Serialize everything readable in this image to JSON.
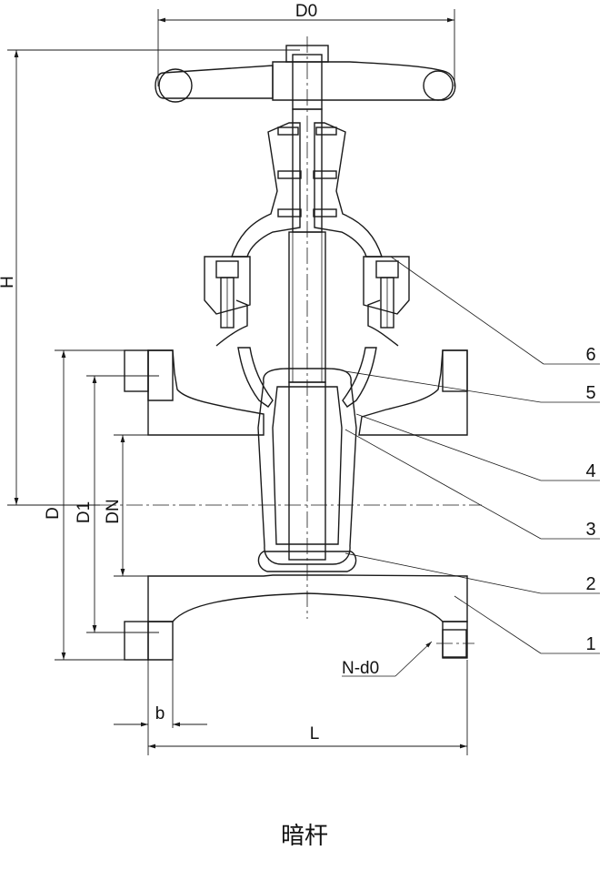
{
  "dimensions": {
    "d0": "D0",
    "h": "H",
    "d": "D",
    "d1": "D1",
    "dn": "DN",
    "b": "b",
    "l": "L",
    "bolt_holes": "N-d0"
  },
  "part_numbers": [
    "1",
    "2",
    "3",
    "4",
    "5",
    "6"
  ],
  "caption": "暗杆"
}
